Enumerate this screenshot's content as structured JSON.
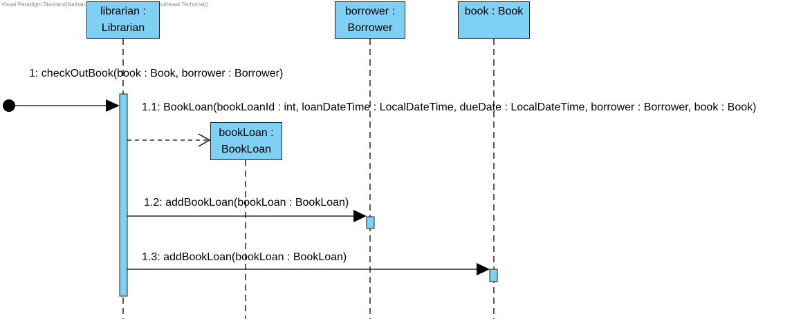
{
  "watermark": "Visual Paradigm Standard(Nathan Nichols(MN State College - Southeast Technical))",
  "lifelines": {
    "librarian": {
      "line1": "librarian :",
      "line2": "Librarian"
    },
    "borrower": {
      "line1": "borrower :",
      "line2": "Borrower"
    },
    "book": {
      "line1": "book : Book"
    },
    "bookloan": {
      "line1": "bookLoan :",
      "line2": "BookLoan"
    }
  },
  "messages": {
    "m1": "1: checkOutBook(book : Book, borrower : Borrower)",
    "m11": "1.1: BookLoan(bookLoanId : int, loanDateTime : LocalDateTime, dueDate : LocalDateTime, borrower : Borrower, book : Book)",
    "m12": "1.2: addBookLoan(bookLoan : BookLoan)",
    "m13": "1.3: addBookLoan(bookLoan : BookLoan)"
  },
  "colors": {
    "lifeline_fill": "#7fd0f5",
    "line": "#000000"
  }
}
